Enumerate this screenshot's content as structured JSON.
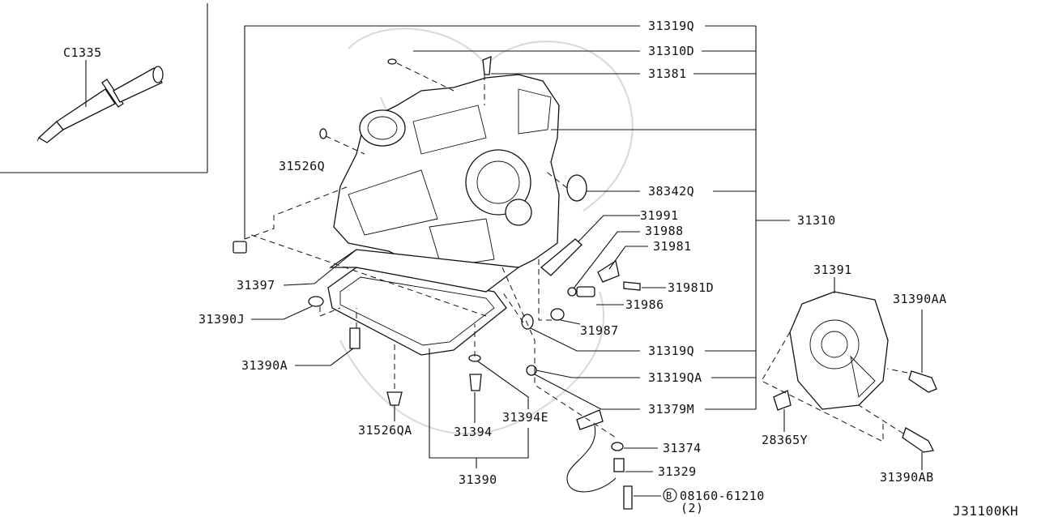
{
  "diagram_code": "J31100KH",
  "inset": {
    "part": "C1335"
  },
  "labels": {
    "p31319q_top": "31319Q",
    "p31310d": "31310D",
    "p31381": "31381",
    "p31526q": "31526Q",
    "p38342q": "38342Q",
    "p31310": "31310",
    "p31991": "31991",
    "p31988": "31988",
    "p31981": "31981",
    "p31981d": "31981D",
    "p31397": "31397",
    "p31986": "31986",
    "p31390j": "31390J",
    "p31987": "31987",
    "p31391": "31391",
    "p31390aa": "31390AA",
    "p31390a": "31390A",
    "p31319q_mid": "31319Q",
    "p31319qa": "31319QA",
    "p31379m": "31379M",
    "p31526qa": "31526QA",
    "p31394": "31394",
    "p31394e": "31394E",
    "p28365y": "28365Y",
    "p31374": "31374",
    "p31329": "31329",
    "p31390ab": "31390AB",
    "p31390": "31390",
    "bolt_prefix": "B",
    "bolt_number": "08160-61210",
    "bolt_qty": "(2)"
  }
}
